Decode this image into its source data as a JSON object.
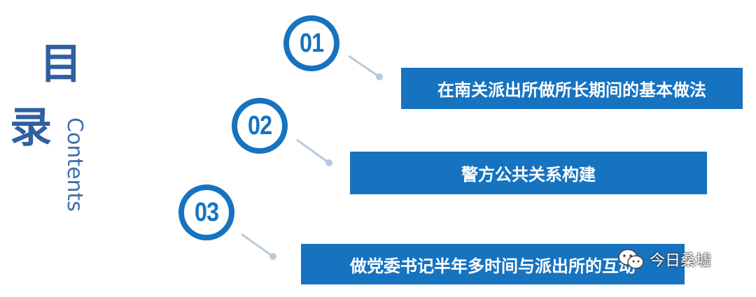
{
  "title": {
    "char1": "目",
    "char2": "录",
    "subtitle": "Contents"
  },
  "items": [
    {
      "number": "01",
      "label": "在南关派出所做所长期间的基本做法"
    },
    {
      "number": "02",
      "label": "警方公共关系构建"
    },
    {
      "number": "03",
      "label": "做党委书记半年多时间与派出所的互动"
    }
  ],
  "watermark": {
    "text": "今日桑墟",
    "icon": "wechat-icon"
  },
  "colors": {
    "accent": "#1673c0",
    "title": "#2f5f9f"
  }
}
